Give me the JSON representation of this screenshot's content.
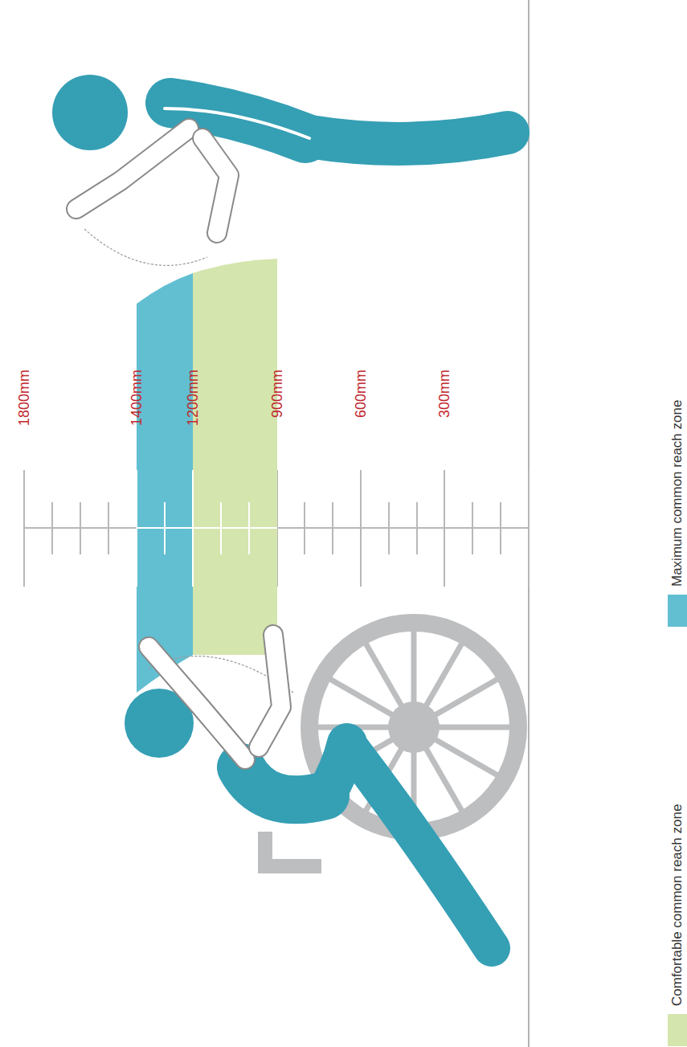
{
  "diagram": {
    "labels": [
      "1800mm",
      "1400mm",
      "1200mm",
      "900mm",
      "600mm",
      "300mm"
    ],
    "legend": [
      {
        "text": "Comfortable common reach zone",
        "color": "#d4e5ad"
      },
      {
        "text": "Maximum common reach zone",
        "color": "#62bfd1"
      }
    ]
  }
}
